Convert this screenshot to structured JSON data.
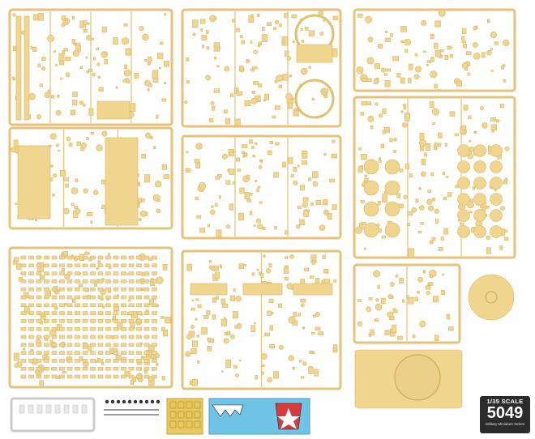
{
  "badge": {
    "scale": "1/35 SCALE",
    "model_number": "5049",
    "series": "Military Miniature Series"
  },
  "colors": {
    "sprue": "#f0d58e",
    "clear_sprue": "#e8e8e8",
    "decal_sheet": "#6fc3e6",
    "badge_bg": "#2b2b2b"
  }
}
